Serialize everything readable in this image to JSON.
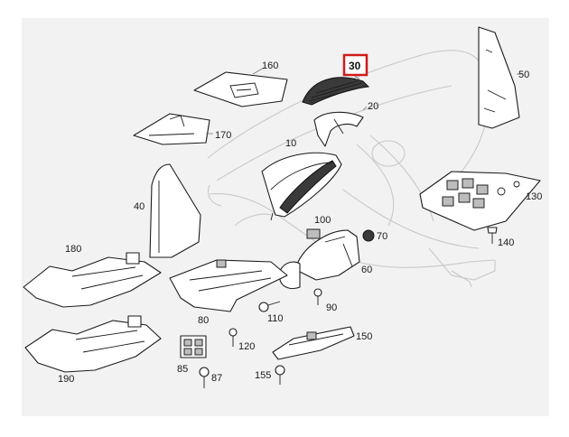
{
  "diagram": {
    "highlighted_part": "30",
    "callouts": [
      {
        "id": "c160",
        "label": "160"
      },
      {
        "id": "c170",
        "label": "170"
      },
      {
        "id": "c30",
        "label": "30"
      },
      {
        "id": "c20",
        "label": "20"
      },
      {
        "id": "c10",
        "label": "10"
      },
      {
        "id": "c50",
        "label": "50"
      },
      {
        "id": "c130",
        "label": "130"
      },
      {
        "id": "c140",
        "label": "140"
      },
      {
        "id": "c40",
        "label": "40"
      },
      {
        "id": "c100",
        "label": "100"
      },
      {
        "id": "c70",
        "label": "70"
      },
      {
        "id": "c60",
        "label": "60"
      },
      {
        "id": "c180",
        "label": "180"
      },
      {
        "id": "c90",
        "label": "90"
      },
      {
        "id": "c110",
        "label": "110"
      },
      {
        "id": "c80",
        "label": "80"
      },
      {
        "id": "c120",
        "label": "120"
      },
      {
        "id": "c150",
        "label": "150"
      },
      {
        "id": "c190",
        "label": "190"
      },
      {
        "id": "c85",
        "label": "85"
      },
      {
        "id": "c87",
        "label": "87"
      },
      {
        "id": "c155",
        "label": "155"
      }
    ],
    "colors": {
      "panel_background": "#f2f2f2",
      "highlight": "#d11a1a",
      "line": "#1c1c1c"
    }
  }
}
